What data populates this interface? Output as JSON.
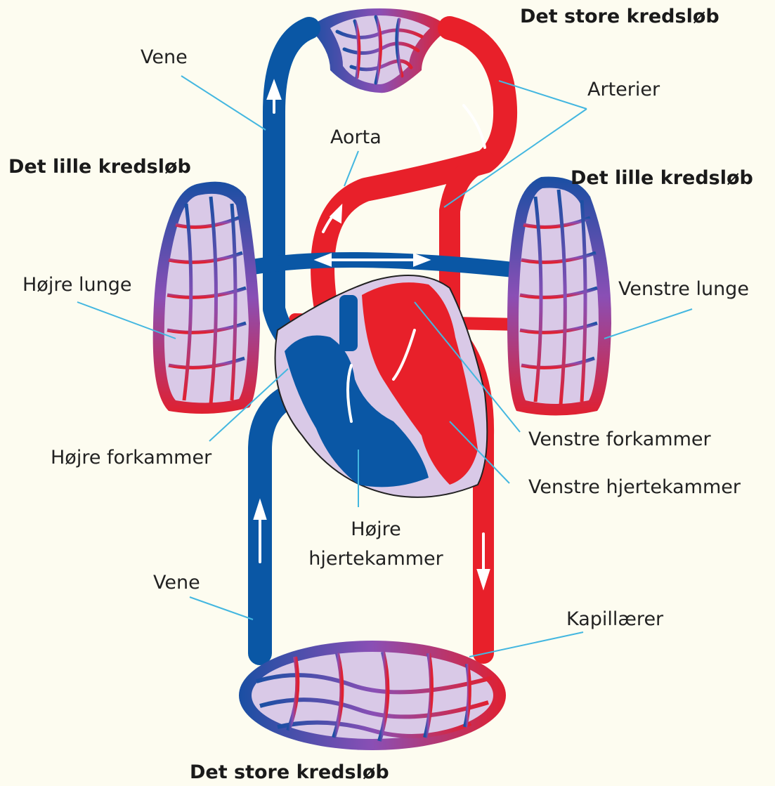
{
  "colors": {
    "background": "#fdfcf0",
    "artery_red": "#e8202a",
    "vein_blue": "#0a57a5",
    "capillary_fill": "#d8c8e6",
    "leader_line": "#44b7e0"
  },
  "labels": {
    "title_top": "Det store kredsløb",
    "title_bottom": "Det store kredsløb",
    "small_left": "Det lille kredsløb",
    "small_right": "Det lille kredsløb",
    "vene_top": "Vene",
    "vene_bottom": "Vene",
    "arterier": "Arterier",
    "aorta": "Aorta",
    "hojre_lunge": "Højre lunge",
    "venstre_lunge": "Venstre lunge",
    "hojre_forkammer": "Højre forkammer",
    "venstre_forkammer": "Venstre forkammer",
    "venstre_hjertekammer": "Venstre hjertekammer",
    "hojre_hjertekammer_line1": "Højre",
    "hojre_hjertekammer_line2": "hjertekammer",
    "kapillaerer": "Kapillærer"
  }
}
